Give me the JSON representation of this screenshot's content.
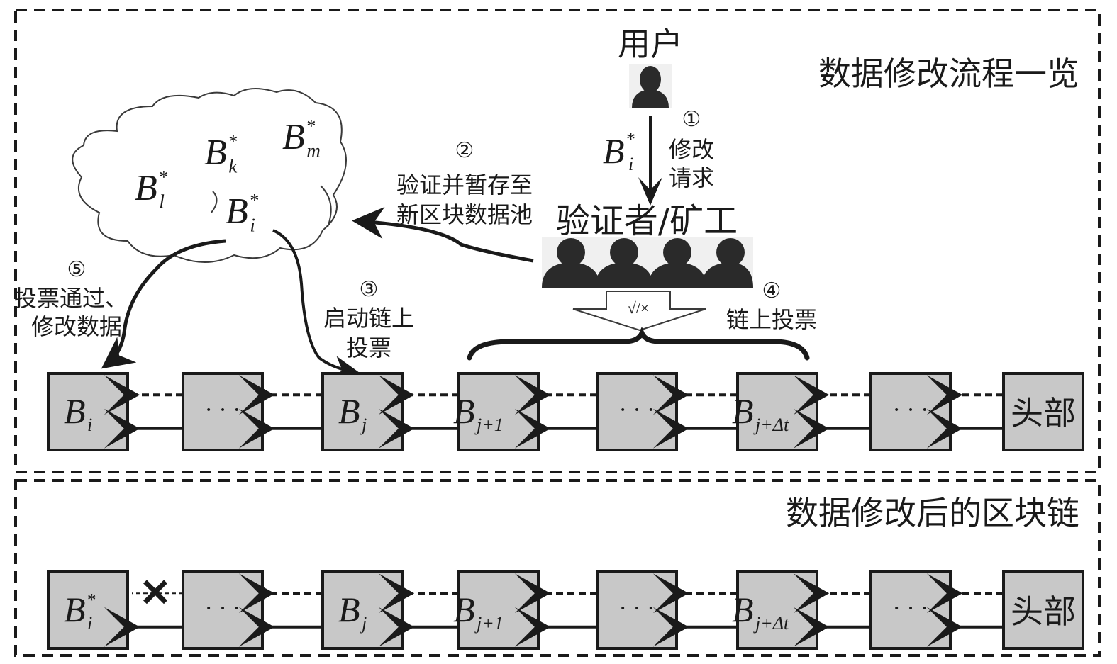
{
  "panels": {
    "top_title": "数据修改流程一览",
    "bottom_title": "数据修改后的区块链"
  },
  "user": {
    "label": "用户"
  },
  "validators": {
    "label": "验证者/矿工",
    "vote_symbol": "√/×"
  },
  "pool": {
    "blocks": [
      {
        "base": "B",
        "sup": "*",
        "sub": "k"
      },
      {
        "base": "B",
        "sup": "*",
        "sub": "m"
      },
      {
        "base": "B",
        "sup": "*",
        "sub": "l"
      },
      {
        "base": "B",
        "sup": "*",
        "sub": "i"
      }
    ]
  },
  "steps": [
    {
      "num": "①",
      "lines": [
        "修改",
        "请求"
      ],
      "payload": {
        "base": "B",
        "sup": "*",
        "sub": "i"
      }
    },
    {
      "num": "②",
      "lines": [
        "验证并暂存至",
        "新区块数据池"
      ]
    },
    {
      "num": "③",
      "lines": [
        "启动链上",
        "投票"
      ]
    },
    {
      "num": "④",
      "lines": [
        "链上投票"
      ]
    },
    {
      "num": "⑤",
      "lines": [
        "投票通过、",
        "修改数据"
      ]
    }
  ],
  "chain_top": [
    {
      "type": "block",
      "base": "B",
      "sub": "i",
      "sup": ""
    },
    {
      "type": "ellipsis",
      "text": "· · ·"
    },
    {
      "type": "block",
      "base": "B",
      "sub": "j",
      "sup": ""
    },
    {
      "type": "block",
      "base": "B",
      "sub": "j+1",
      "sup": ""
    },
    {
      "type": "ellipsis",
      "text": "· · ·"
    },
    {
      "type": "block",
      "base": "B",
      "sub": "j+Δt",
      "sup": ""
    },
    {
      "type": "ellipsis",
      "text": "· · ·"
    },
    {
      "type": "head",
      "text": "头部"
    }
  ],
  "chain_bottom": [
    {
      "type": "block",
      "base": "B",
      "sub": "i",
      "sup": "*"
    },
    {
      "type": "ellipsis",
      "text": "· · ·"
    },
    {
      "type": "block",
      "base": "B",
      "sub": "j",
      "sup": ""
    },
    {
      "type": "block",
      "base": "B",
      "sub": "j+1",
      "sup": ""
    },
    {
      "type": "ellipsis",
      "text": "· · ·"
    },
    {
      "type": "block",
      "base": "B",
      "sub": "j+Δt",
      "sup": ""
    },
    {
      "type": "ellipsis",
      "text": "· · ·"
    },
    {
      "type": "head",
      "text": "头部"
    }
  ],
  "broken_link_symbol": "✕",
  "colors": {
    "block_fill": "#c8c8c8",
    "ink": "#1a1a1a",
    "person": "#2a2a2a"
  }
}
